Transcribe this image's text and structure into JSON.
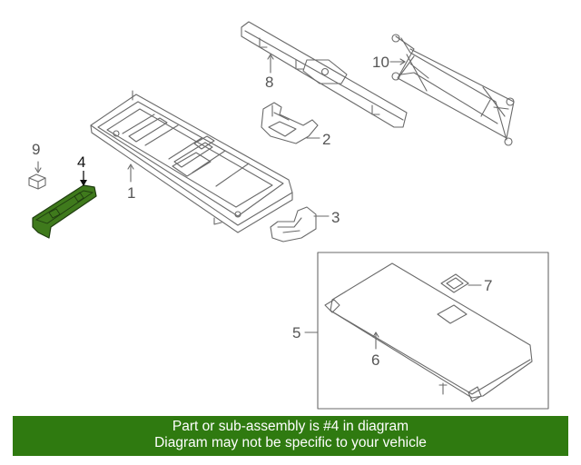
{
  "callouts": [
    {
      "number": "1",
      "part": "cargo-floor-tray",
      "highlighted": false
    },
    {
      "number": "2",
      "part": "bracket",
      "highlighted": false
    },
    {
      "number": "3",
      "part": "bracket",
      "highlighted": false
    },
    {
      "number": "4",
      "part": "sub-assembly",
      "highlighted": true
    },
    {
      "number": "5",
      "part": "cover-assembly",
      "highlighted": false
    },
    {
      "number": "6",
      "part": "cover-panel",
      "highlighted": false
    },
    {
      "number": "7",
      "part": "clip",
      "highlighted": false
    },
    {
      "number": "8",
      "part": "trim-panel",
      "highlighted": false
    },
    {
      "number": "9",
      "part": "clip",
      "highlighted": false
    },
    {
      "number": "10",
      "part": "cargo-net",
      "highlighted": false
    }
  ],
  "banner": {
    "line1": "Part or sub-assembly is #4 in diagram",
    "line2": "Diagram may not be specific to your vehicle"
  },
  "colors": {
    "highlight": "#3f7a1c",
    "banner": "#2f7a10",
    "line": "#666666"
  }
}
